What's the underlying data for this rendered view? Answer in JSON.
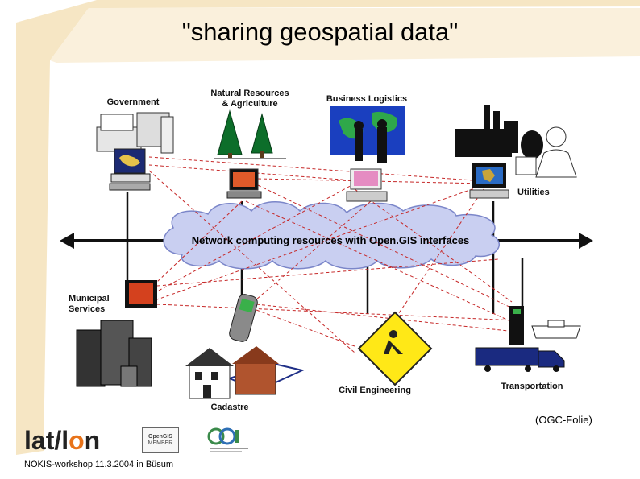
{
  "slide": {
    "title": "\"sharing geospatial data\"",
    "credit": "(OGC-Folie)",
    "footer": "NOKIS-workshop 11.3.2004 in Büsum"
  },
  "diagram": {
    "network_label": "Network computing resources with Open.GIS interfaces",
    "nodes": {
      "government": "Government",
      "natural_resources_1": "Natural Resources",
      "natural_resources_2": "& Agriculture",
      "business_logistics": "Business Logistics",
      "utilities": "Utilities",
      "municipal_1": "Municipal",
      "municipal_2": "Services",
      "cadastre": "Cadastre",
      "civil_engineering": "Civil Engineering",
      "transportation": "Transportation"
    }
  },
  "logos": {
    "latlon_pre": "lat/l",
    "latlon_o": "o",
    "latlon_post": "n",
    "ogc_member_1": "OpenGIS",
    "ogc_member_2": "MEMBER",
    "gdi": "GDI"
  },
  "colors": {
    "accent_orange": "#e8731a",
    "cloud_fill": "#c8cef2",
    "dashed_line": "#cc2222",
    "background_band": "#f3dfb3"
  }
}
